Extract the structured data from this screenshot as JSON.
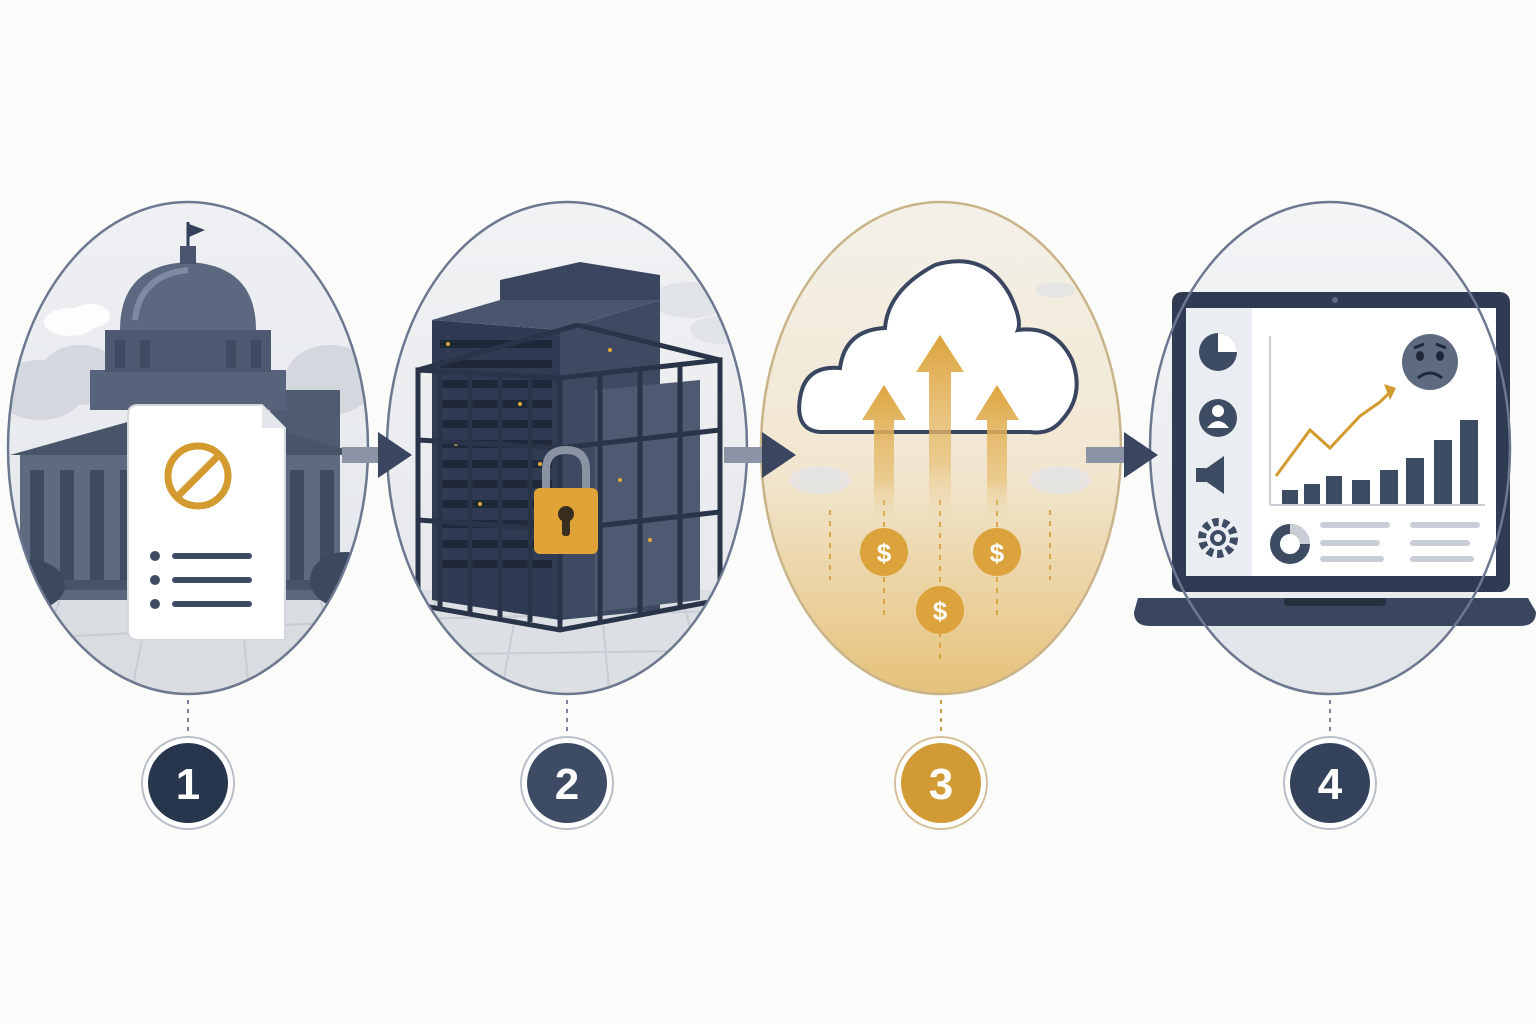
{
  "steps": [
    {
      "number": "1",
      "icon": "government-building-prohibited-document-icon",
      "badge_color": "#27354d"
    },
    {
      "number": "2",
      "icon": "locked-caged-server-racks-icon",
      "badge_color": "#3d4b64"
    },
    {
      "number": "3",
      "icon": "cloud-rising-costs-icon",
      "badge_color": "#d19a34"
    },
    {
      "number": "4",
      "icon": "laptop-dashboard-sad-face-icon",
      "badge_color": "#34425b"
    }
  ],
  "colors": {
    "navy": "#2f3c52",
    "slate": "#5d6a80",
    "gold": "#d39a2f",
    "light_gray": "#e3e6ea",
    "background": "#fbfbfa"
  },
  "currency_symbol": "$"
}
